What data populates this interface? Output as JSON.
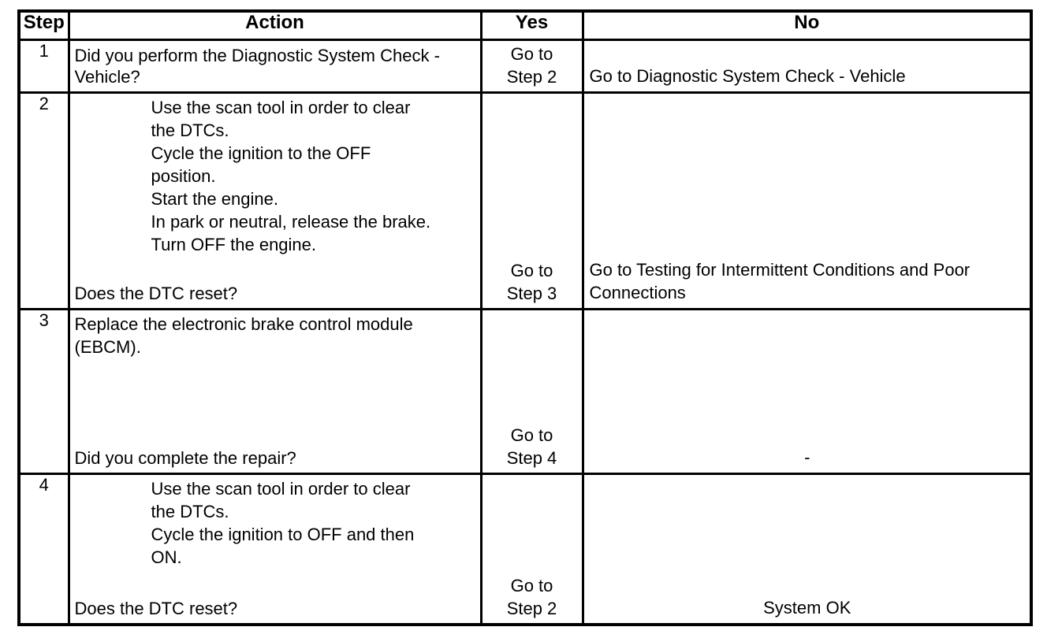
{
  "header": {
    "step": "Step",
    "action": "Action",
    "yes": "Yes",
    "no": "No"
  },
  "rows": [
    {
      "step": "1",
      "instruction_lines": [],
      "instructions_indented": false,
      "question": "Did you perform the Diagnostic System Check - Vehicle?",
      "yes": "Go to Step 2",
      "no": "Go to Diagnostic System Check - Vehicle",
      "no_align": "left"
    },
    {
      "step": "2",
      "instruction_lines": [
        "Use the scan tool in order to clear",
        "the DTCs.",
        "Cycle the ignition to the OFF",
        "position.",
        "Start the engine.",
        "In park or neutral, release the brake.",
        "Turn OFF the engine."
      ],
      "instructions_indented": true,
      "question": "Does the DTC reset?",
      "yes": "Go to Step 3",
      "no": "Go to Testing for Intermittent Conditions and Poor Connections",
      "no_align": "left"
    },
    {
      "step": "3",
      "instruction_lines": [
        "Replace the electronic brake control module",
        "(EBCM)."
      ],
      "instructions_indented": false,
      "question": "Did you complete the repair?",
      "yes": "Go to Step 4",
      "no": "-",
      "no_align": "center"
    },
    {
      "step": "4",
      "instruction_lines": [
        "Use the scan tool in order to clear",
        "the DTCs.",
        "Cycle the ignition to OFF and then",
        "ON."
      ],
      "instructions_indented": true,
      "question": "Does the DTC reset?",
      "yes": "Go to Step 2",
      "no": "System OK",
      "no_align": "center"
    }
  ],
  "colors": {
    "border": "#000000",
    "text": "#000000",
    "background": "#ffffff"
  }
}
